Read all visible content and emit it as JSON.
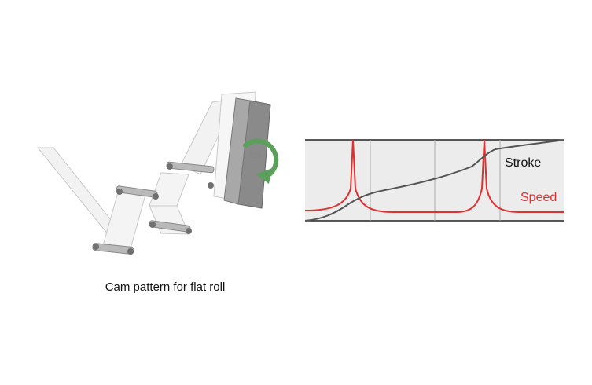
{
  "caption": "Cam pattern for flat roll",
  "graph": {
    "stroke_label": "Stroke",
    "speed_label": "Speed",
    "colors": {
      "stroke": "#555555",
      "speed": "#e03030",
      "background": "#ececec",
      "gridline": "#aaaaaa",
      "arrow": "#5aa05a"
    }
  },
  "icons": {
    "rotation_arrow": "rotation-arrow-icon"
  }
}
